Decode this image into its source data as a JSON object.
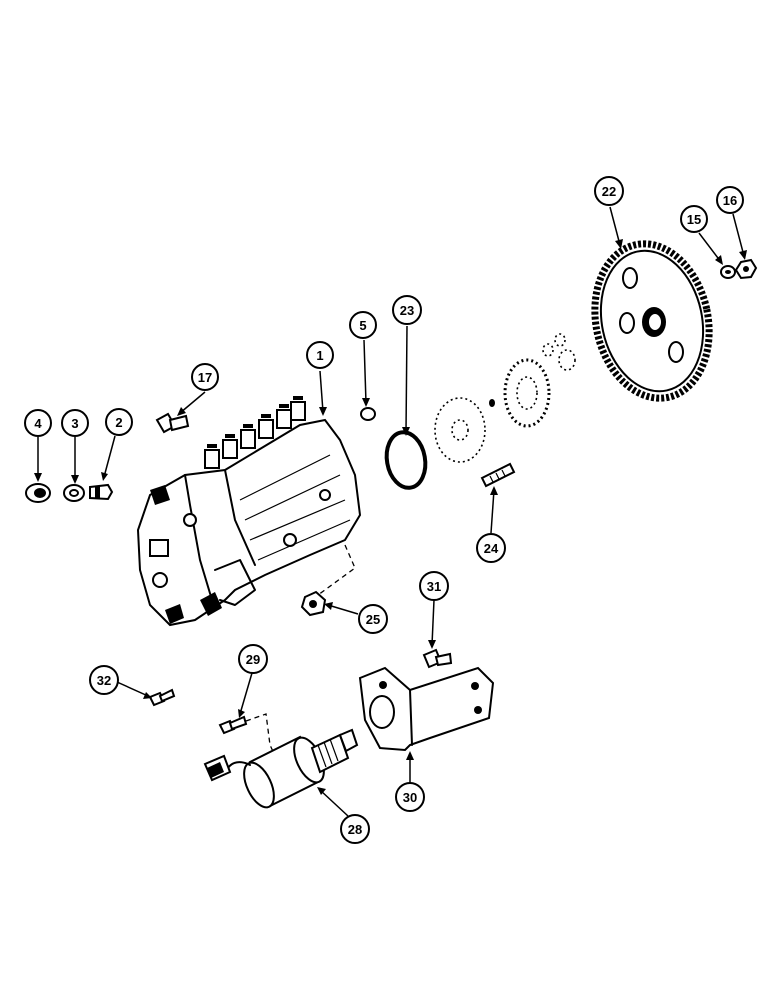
{
  "callouts": [
    {
      "id": "c1",
      "label": "1"
    },
    {
      "id": "c2",
      "label": "2"
    },
    {
      "id": "c3",
      "label": "3"
    },
    {
      "id": "c4",
      "label": "4"
    },
    {
      "id": "c5",
      "label": "5"
    },
    {
      "id": "c15",
      "label": "15"
    },
    {
      "id": "c16",
      "label": "16"
    },
    {
      "id": "c17",
      "label": "17"
    },
    {
      "id": "c22",
      "label": "22"
    },
    {
      "id": "c23",
      "label": "23"
    },
    {
      "id": "c24",
      "label": "24"
    },
    {
      "id": "c25",
      "label": "25"
    },
    {
      "id": "c28",
      "label": "28"
    },
    {
      "id": "c29",
      "label": "29"
    },
    {
      "id": "c30",
      "label": "30"
    },
    {
      "id": "c31",
      "label": "31"
    },
    {
      "id": "c32",
      "label": "32"
    }
  ]
}
